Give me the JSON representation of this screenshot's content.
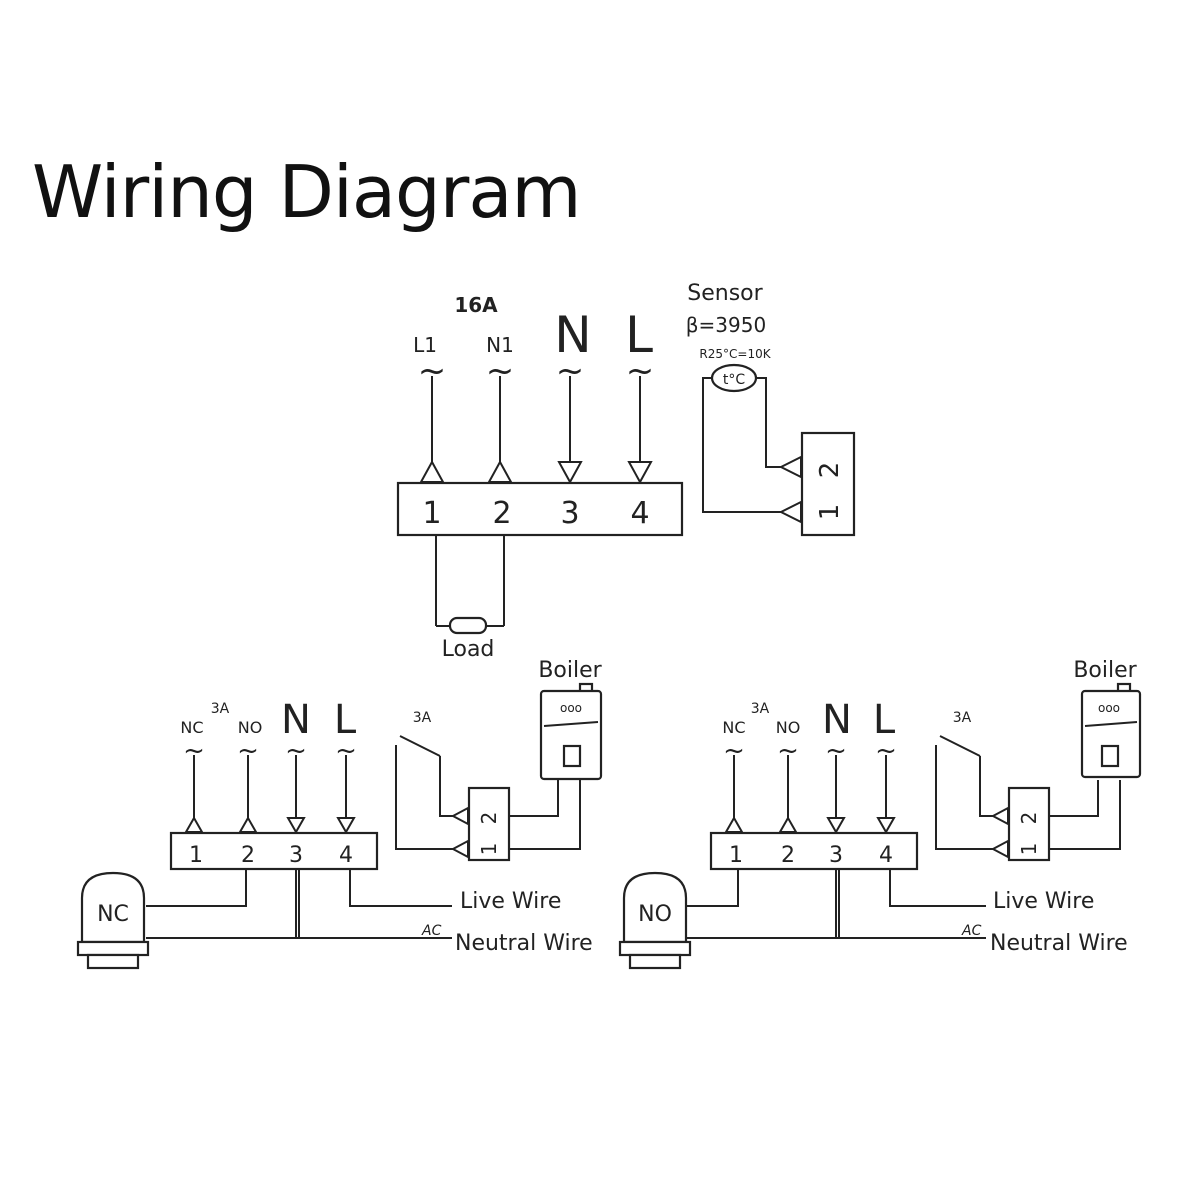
{
  "title": "Wiring Diagram",
  "main": {
    "rating": "16A",
    "inputs": [
      "L1",
      "N1",
      "N",
      "L"
    ],
    "tilde": "~",
    "terminals": [
      "1",
      "2",
      "3",
      "4"
    ],
    "sensor": {
      "label": "Sensor",
      "beta": "β=3950",
      "resistance": "R25°C=10K",
      "symbol": "t°C",
      "terminals": [
        "1",
        "2"
      ]
    },
    "load_label": "Load"
  },
  "left_panel": {
    "relay_rating": "3A",
    "inputs": [
      "NC",
      "NO",
      "N",
      "L"
    ],
    "terminals": [
      "1",
      "2",
      "3",
      "4"
    ],
    "switch_rating": "3A",
    "boiler_label": "Boiler",
    "boiler_dots": "ooo",
    "boiler_terminals": [
      "1",
      "2"
    ],
    "valve_label": "NC",
    "live_wire": "Live Wire",
    "ac": "AC",
    "neutral_wire": "Neutral Wire"
  },
  "right_panel": {
    "relay_rating": "3A",
    "inputs": [
      "NC",
      "NO",
      "N",
      "L"
    ],
    "terminals": [
      "1",
      "2",
      "3",
      "4"
    ],
    "switch_rating": "3A",
    "boiler_label": "Boiler",
    "boiler_dots": "ooo",
    "boiler_terminals": [
      "1",
      "2"
    ],
    "valve_label": "NO",
    "live_wire": "Live Wire",
    "ac": "AC",
    "neutral_wire": "Neutral Wire"
  }
}
